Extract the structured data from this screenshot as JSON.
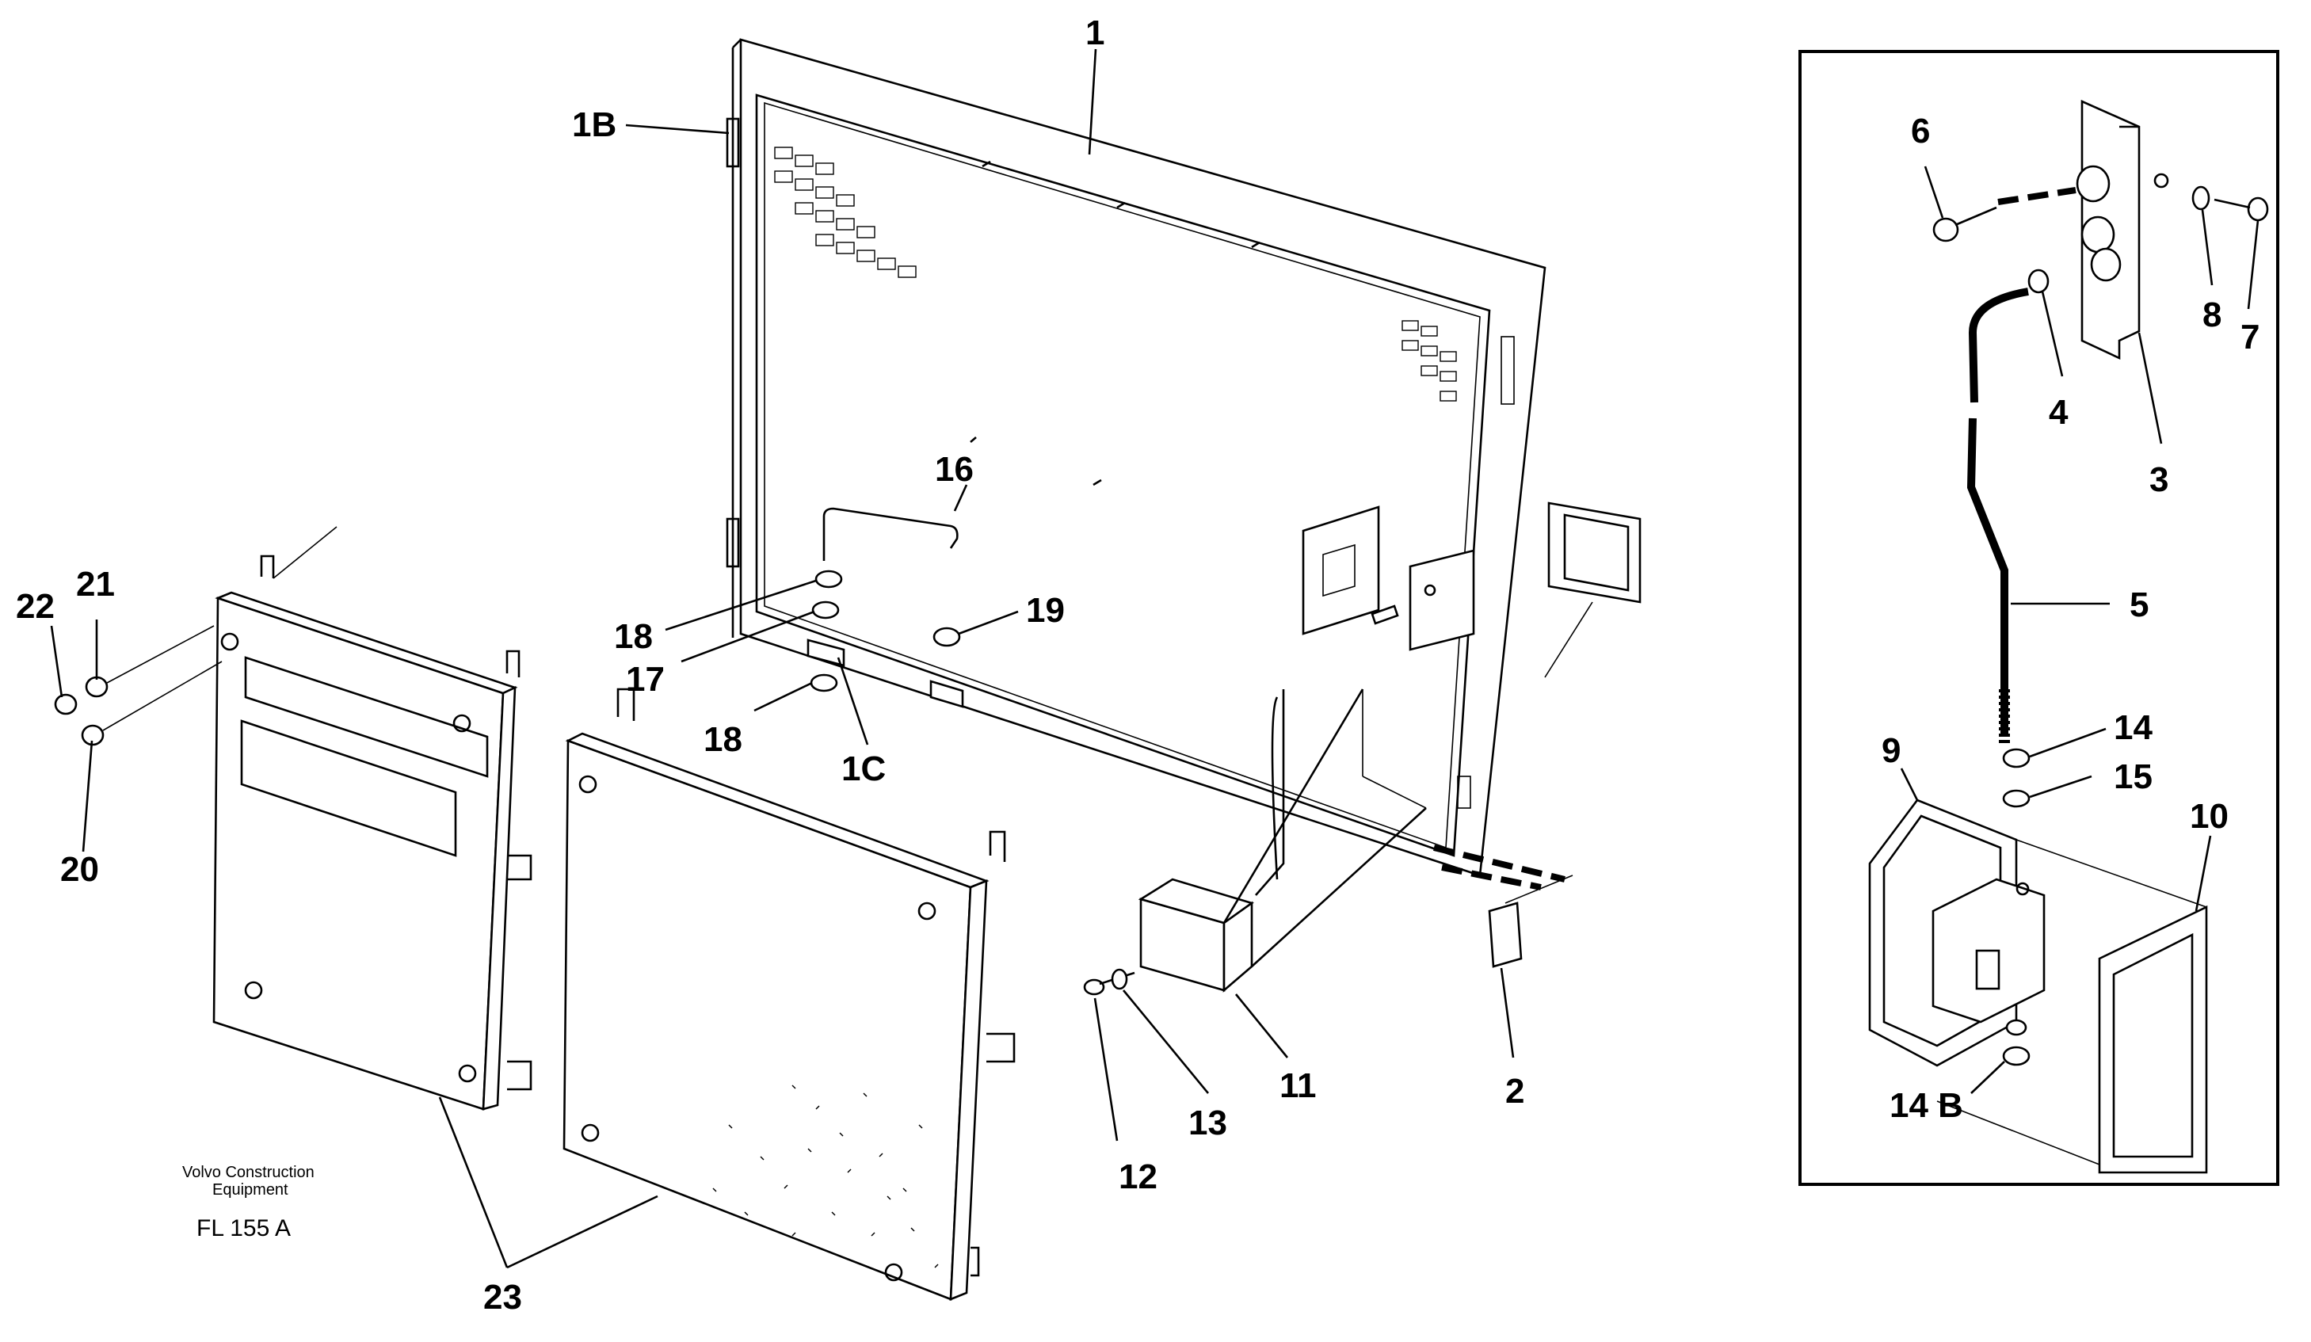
{
  "labels": {
    "l1": "1",
    "l1B": "1B",
    "l1C": "1C",
    "l2": "2",
    "l3": "3",
    "l4": "4",
    "l5": "5",
    "l6": "6",
    "l7": "7",
    "l8": "8",
    "l9": "9",
    "l10": "10",
    "l11": "11",
    "l12": "12",
    "l13": "13",
    "l14": "14",
    "l14B": "14 B",
    "l15": "15",
    "l16": "16",
    "l17": "17",
    "l18a": "18",
    "l18b": "18",
    "l19": "19",
    "l20": "20",
    "l21": "21",
    "l22": "22",
    "l23": "23"
  },
  "caption": {
    "company_line1": "Volvo Construction",
    "company_line2": "Equipment",
    "figure_code": "FL 155 A"
  }
}
